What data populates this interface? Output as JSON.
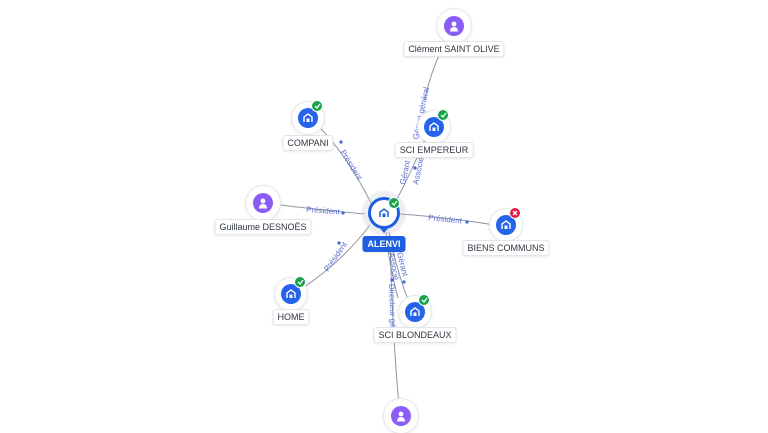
{
  "graph": {
    "focus": {
      "name": "ALENVI",
      "type": "company",
      "status": "active"
    },
    "nodes": {
      "clement": {
        "name": "Clément SAINT OLIVE",
        "type": "person"
      },
      "compani": {
        "name": "COMPANI",
        "type": "company",
        "status": "active"
      },
      "sci_empereur": {
        "name": "SCI EMPEREUR",
        "type": "company",
        "status": "active"
      },
      "guillaume": {
        "name": "Guillaume DESNOËS",
        "type": "person"
      },
      "biens_communs": {
        "name": "BIENS COMMUNS",
        "type": "company",
        "status": "closed"
      },
      "home": {
        "name": "HOME",
        "type": "company",
        "status": "active"
      },
      "sci_blondeaux": {
        "name": "SCI BLONDEAUX",
        "type": "company",
        "status": "active"
      },
      "bottom_person": {
        "name": "",
        "type": "person"
      }
    },
    "edge_labels": {
      "compani": "Président",
      "guillaume": "Président",
      "biens_communs": "Président",
      "home": "Président",
      "empereur_1": "Gérant",
      "empereur_2": "Associé",
      "clement_empereur": "Gérant général",
      "blondeaux_1": "Gérant",
      "blondeaux_2": "Associé",
      "bottom_blondeaux": "Directeur gé"
    },
    "colors": {
      "company": "#2563eb",
      "person": "#8b5cf6",
      "active_badge": "#16a34a",
      "closed_badge": "#e11d48",
      "focus": "#1d5fe0",
      "edge": "#8e95a3",
      "edge_label": "#5a6fd6"
    },
    "icons": {
      "company": "building-icon",
      "person": "user-icon",
      "active": "check-badge-icon",
      "closed": "cross-badge-icon"
    }
  }
}
